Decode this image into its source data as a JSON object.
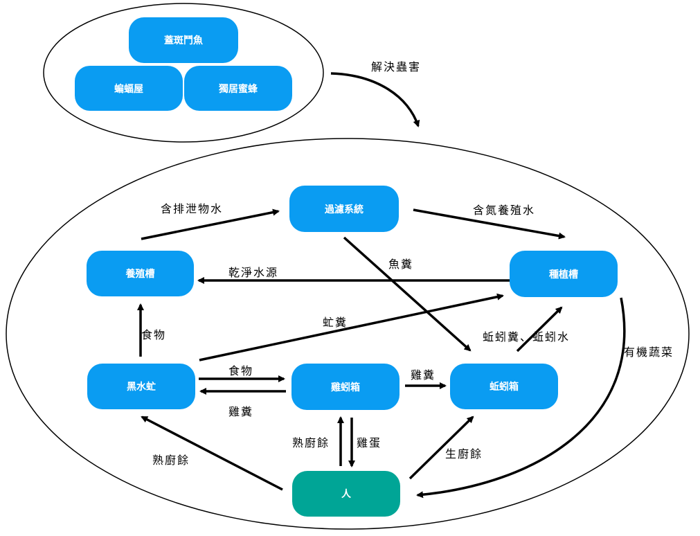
{
  "nodes": {
    "betta_fish": "蓋斑鬥魚",
    "bat_house": "蝙蝠屋",
    "solitary_bee": "獨居蜜蜂",
    "filter_system": "過濾系統",
    "breeding_tank": "養殖槽",
    "planting_tank": "種植槽",
    "black_soldier_fly": "黑水虻",
    "chicken_worm_box": "雞蚓箱",
    "earthworm_box": "蚯蚓箱",
    "human": "人"
  },
  "edges": {
    "pest_control": "解決蟲害",
    "waste_water": "含排泄物水",
    "nitrogen_water": "含氮養殖水",
    "fish_manure": "魚糞",
    "clean_water": "乾淨水源",
    "food_1": "食物",
    "fly_manure": "虻糞",
    "worm_manure_water": "蚯蚓糞、蚯蚓水",
    "organic_veg": "有機蔬菜",
    "food_2": "食物",
    "chicken_manure_1": "雞糞",
    "chicken_manure_2": "雞糞",
    "cooked_scraps_1": "熟廚餘",
    "egg": "雞蛋",
    "raw_scraps": "生廚餘",
    "cooked_scraps_2": "熟廚餘"
  },
  "colors": {
    "node_blue": "#0a9cf2",
    "node_teal": "#00a596",
    "line": "#000000"
  }
}
